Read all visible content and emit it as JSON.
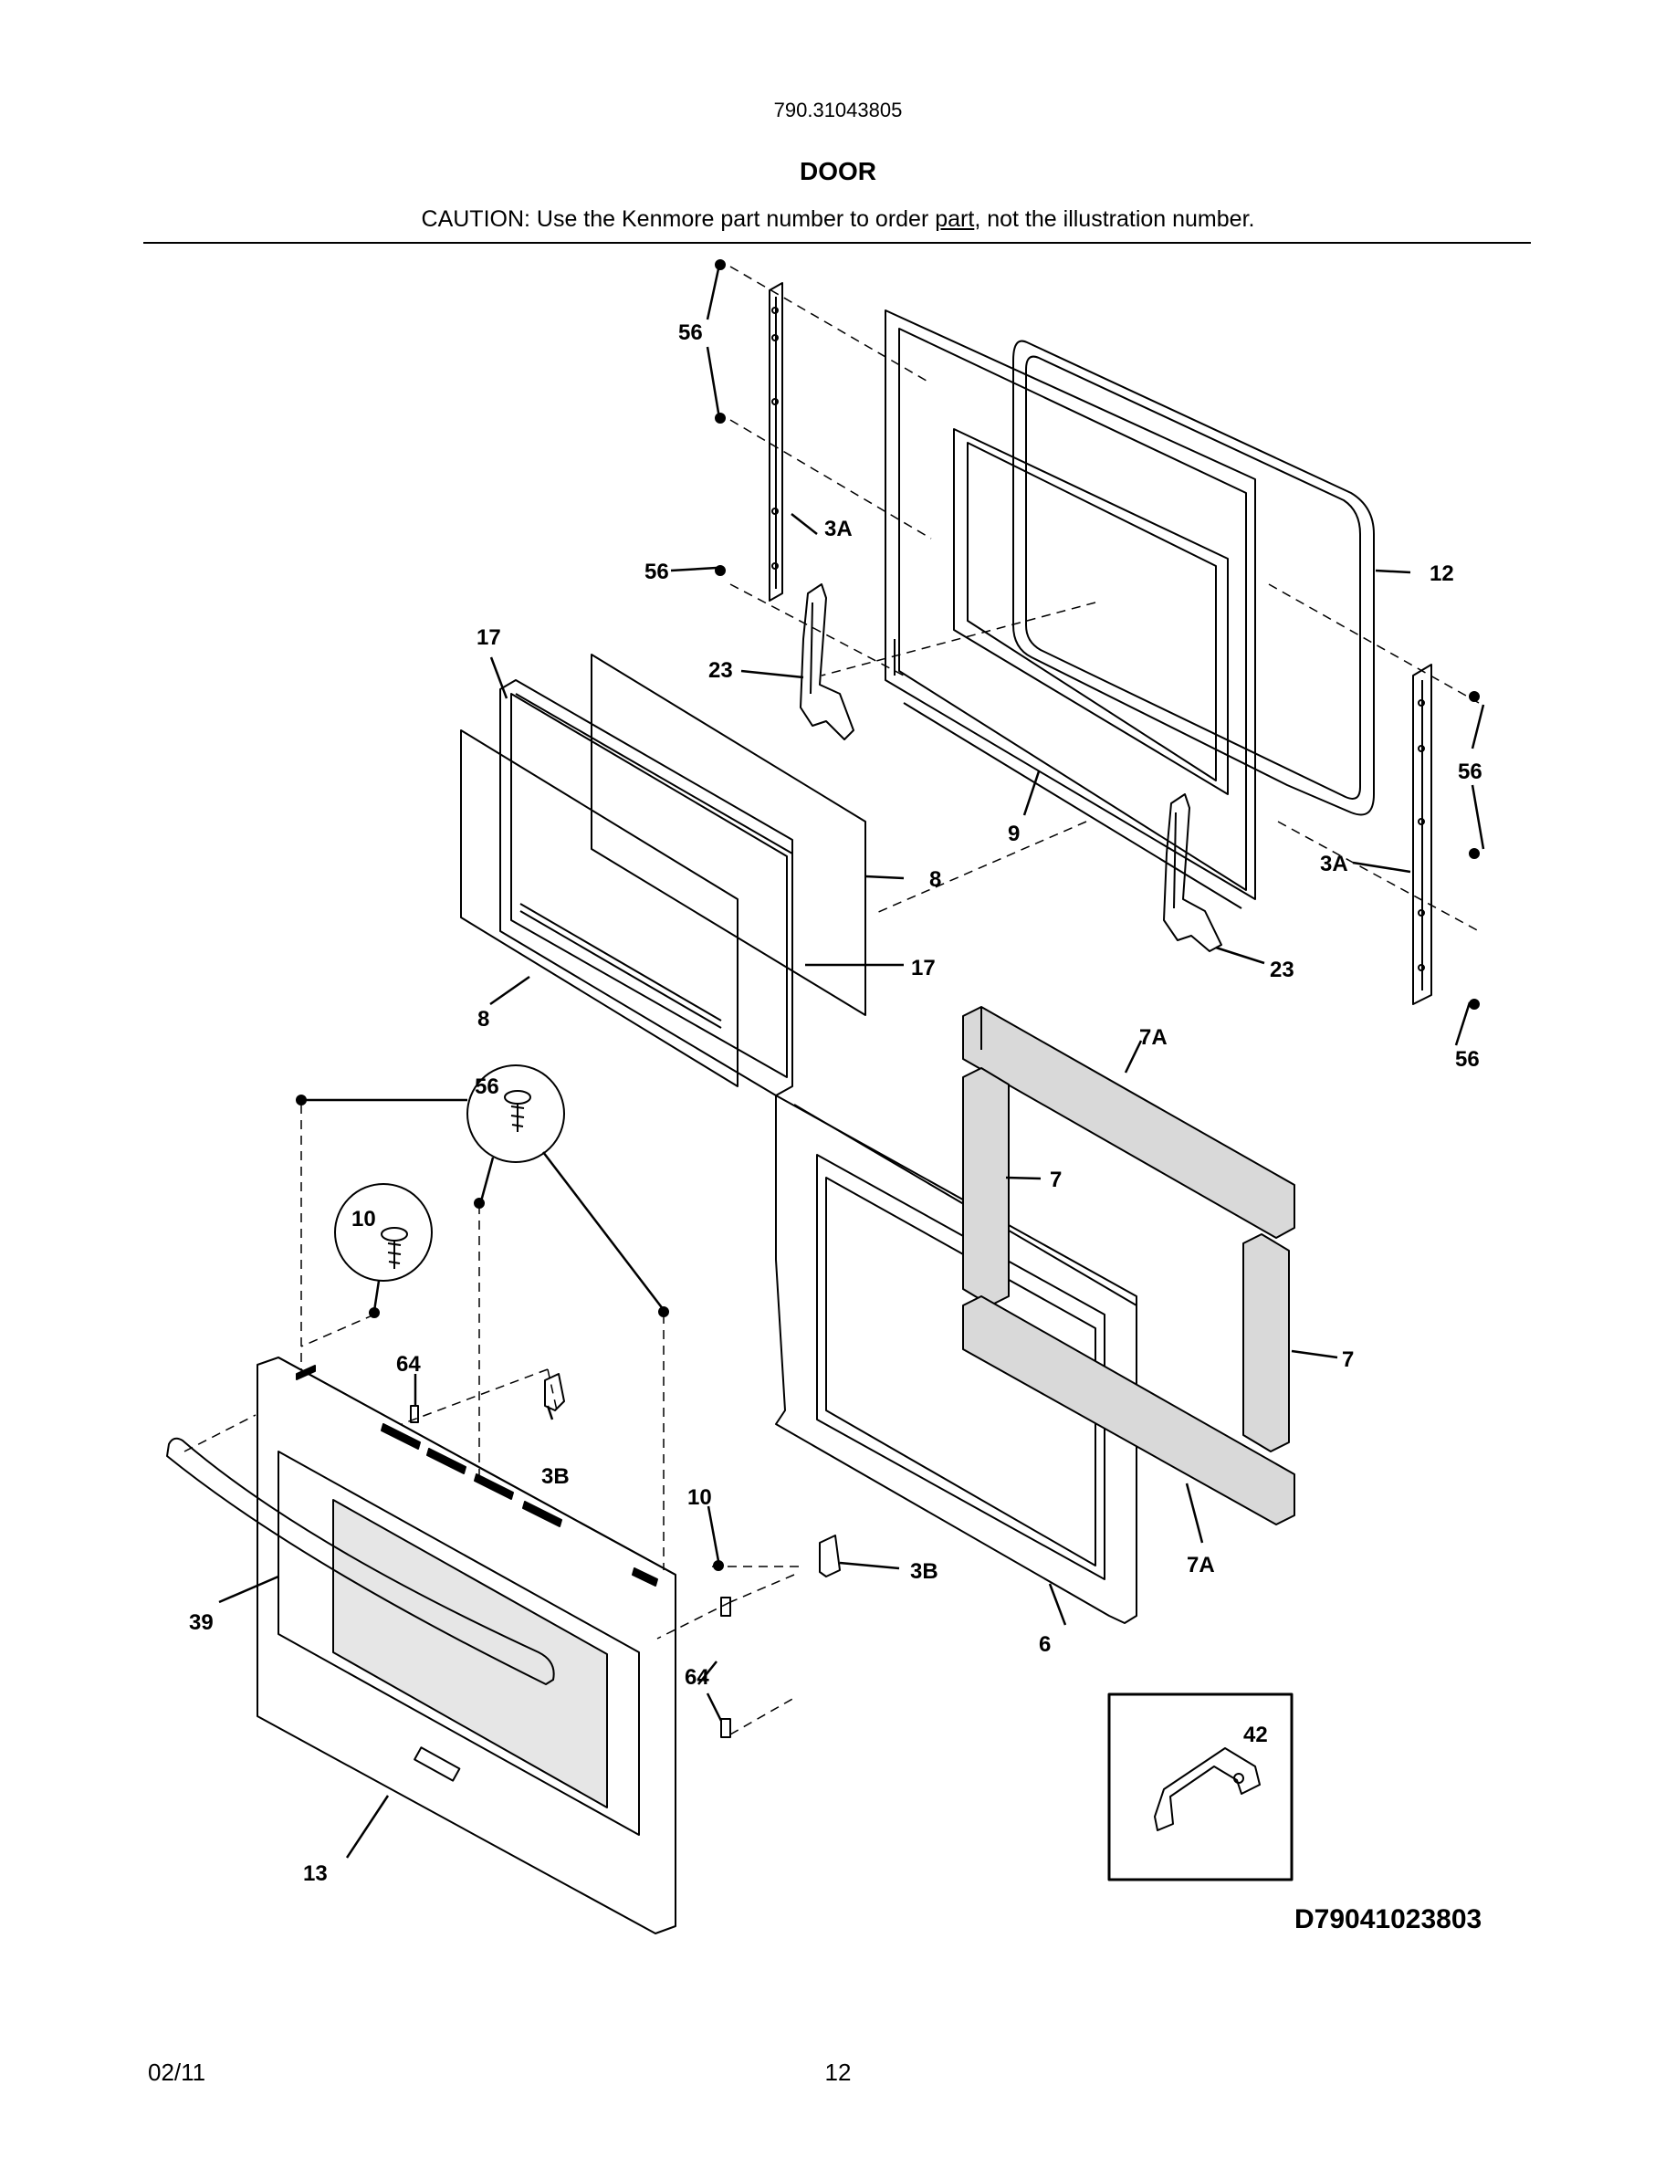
{
  "header": {
    "model_number": "790.31043805",
    "section_title": "DOOR",
    "caution_prefix": "CAUTION: Use the Kenmore part number to order ",
    "caution_underlined": "part",
    "caution_suffix": ", not the illustration number."
  },
  "callouts": {
    "c56a": "56",
    "c3a_left": "3A",
    "c56b": "56",
    "c12": "12",
    "c17_top": "17",
    "c23_left": "23",
    "c56_right": "56",
    "c9": "9",
    "c3a_right": "3A",
    "c8_right": "8",
    "c17_bottom": "17",
    "c23_right": "23",
    "c8_left": "8",
    "c7a_top": "7A",
    "c56_bottom_right": "56",
    "c56_circle": "56",
    "c7_top": "7",
    "c10_circle": "10",
    "c7_right": "7",
    "c64_top": "64",
    "c3b_left": "3B",
    "c10_small": "10",
    "c3b_right": "3B",
    "c7a_bottom": "7A",
    "c39": "39",
    "c6": "6",
    "c64_bottom": "64",
    "c42": "42",
    "c13": "13"
  },
  "drawing_id": "D79041023803",
  "footer": {
    "date": "02/11",
    "page_number": "12"
  }
}
